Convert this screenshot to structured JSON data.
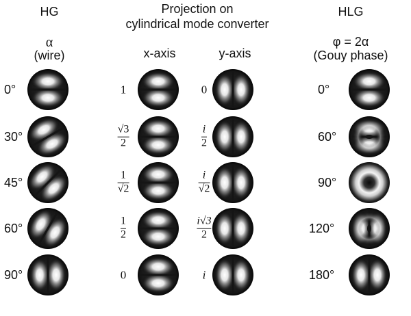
{
  "headers": {
    "hg": "HG",
    "projection_line1": "Projection on",
    "projection_line2": "cylindrical mode converter",
    "hlg": "HLG",
    "alpha_symbol": "α",
    "alpha_note": "(wire)",
    "x_axis": "x-axis",
    "y_axis": "y-axis",
    "phi_formula": "φ = 2α",
    "gouy_note": "(Gouy phase)"
  },
  "hg_angles": [
    "0°",
    "30°",
    "45°",
    "60°",
    "90°"
  ],
  "x_coefficients": [
    {
      "text": "1"
    },
    {
      "num": "√3",
      "den": "2"
    },
    {
      "num": "1",
      "den": "√2"
    },
    {
      "num": "1",
      "den": "2"
    },
    {
      "text": "0"
    }
  ],
  "y_coefficients": [
    {
      "text": "0"
    },
    {
      "num": "i",
      "den": "2"
    },
    {
      "num": "i",
      "den": "√2"
    },
    {
      "num": "i√3",
      "den": "2"
    },
    {
      "text": "i"
    }
  ],
  "hlg_phases": [
    "0°",
    "60°",
    "90°",
    "120°",
    "180°"
  ],
  "hg_mode_angles_deg": [
    0,
    30,
    45,
    60,
    90
  ],
  "hlg_modes": [
    "h-lobes",
    "h-lobes-ring",
    "donut",
    "v-lobes-ring",
    "v-lobes"
  ]
}
